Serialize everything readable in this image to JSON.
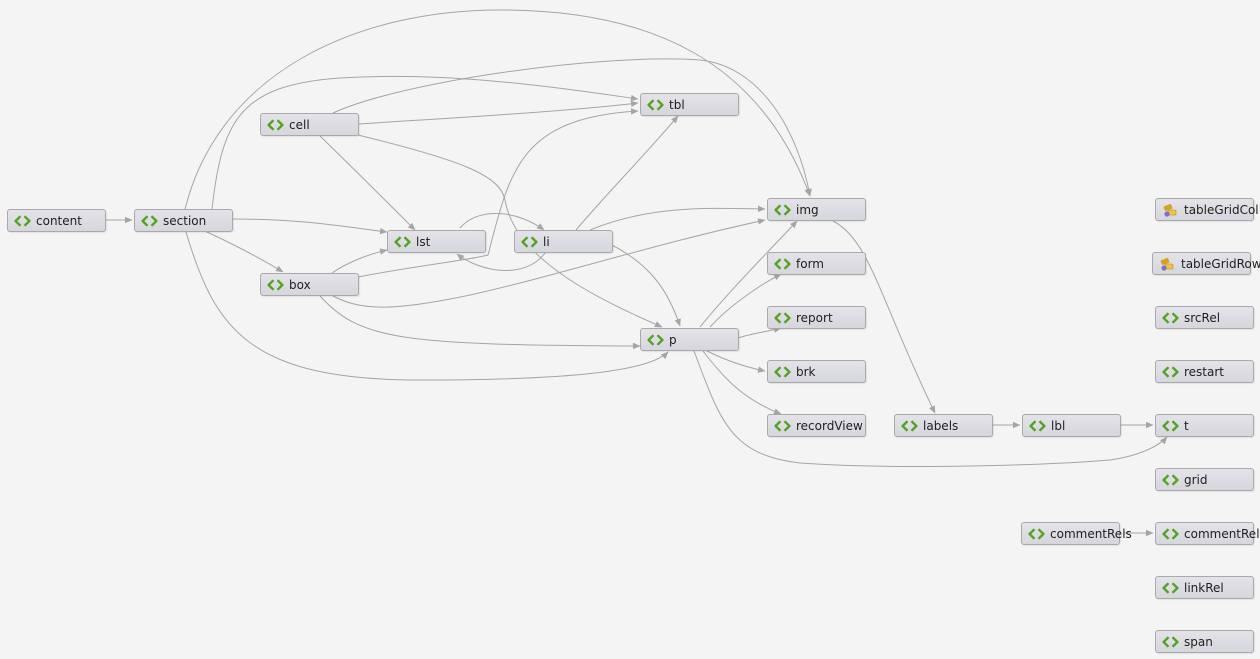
{
  "colors": {
    "background": "#f4f4f4",
    "node_fill": "#dcdce3",
    "node_border": "#a9a9a9",
    "edge": "#a5a5a5",
    "element_icon": "#53a31f",
    "type_icon": "#d9a21b"
  },
  "nodes": [
    {
      "id": "content",
      "label": "content",
      "icon": "element-icon"
    },
    {
      "id": "section",
      "label": "section",
      "icon": "element-icon"
    },
    {
      "id": "cell",
      "label": "cell",
      "icon": "element-icon"
    },
    {
      "id": "box",
      "label": "box",
      "icon": "element-icon"
    },
    {
      "id": "lst",
      "label": "lst",
      "icon": "element-icon"
    },
    {
      "id": "li",
      "label": "li",
      "icon": "element-icon"
    },
    {
      "id": "tbl",
      "label": "tbl",
      "icon": "element-icon"
    },
    {
      "id": "p",
      "label": "p",
      "icon": "element-icon"
    },
    {
      "id": "img",
      "label": "img",
      "icon": "element-icon"
    },
    {
      "id": "form",
      "label": "form",
      "icon": "element-icon"
    },
    {
      "id": "report",
      "label": "report",
      "icon": "element-icon"
    },
    {
      "id": "brk",
      "label": "brk",
      "icon": "element-icon"
    },
    {
      "id": "recordView",
      "label": "recordView",
      "icon": "element-icon"
    },
    {
      "id": "labels",
      "label": "labels",
      "icon": "element-icon"
    },
    {
      "id": "lbl",
      "label": "lbl",
      "icon": "element-icon"
    },
    {
      "id": "t",
      "label": "t",
      "icon": "element-icon"
    },
    {
      "id": "tableGridCol",
      "label": "tableGridCol",
      "icon": "type-icon"
    },
    {
      "id": "tableGridRow",
      "label": "tableGridRow",
      "icon": "type-icon"
    },
    {
      "id": "srcRel",
      "label": "srcRel",
      "icon": "element-icon"
    },
    {
      "id": "restart",
      "label": "restart",
      "icon": "element-icon"
    },
    {
      "id": "grid",
      "label": "grid",
      "icon": "element-icon"
    },
    {
      "id": "commentRels",
      "label": "commentRels",
      "icon": "element-icon"
    },
    {
      "id": "commentRel",
      "label": "commentRel",
      "icon": "element-icon"
    },
    {
      "id": "linkRel",
      "label": "linkRel",
      "icon": "element-icon"
    },
    {
      "id": "span",
      "label": "span",
      "icon": "element-icon"
    }
  ],
  "edges": [
    {
      "from": "content",
      "to": "section"
    },
    {
      "from": "section",
      "to": "lst"
    },
    {
      "from": "section",
      "to": "box"
    },
    {
      "from": "section",
      "to": "tbl"
    },
    {
      "from": "section",
      "to": "img"
    },
    {
      "from": "section",
      "to": "p"
    },
    {
      "from": "cell",
      "to": "tbl"
    },
    {
      "from": "cell",
      "to": "img"
    },
    {
      "from": "cell",
      "to": "lst"
    },
    {
      "from": "cell",
      "to": "p"
    },
    {
      "from": "box",
      "to": "lst"
    },
    {
      "from": "box",
      "to": "tbl"
    },
    {
      "from": "box",
      "to": "img"
    },
    {
      "from": "box",
      "to": "p"
    },
    {
      "from": "lst",
      "to": "li"
    },
    {
      "from": "li",
      "to": "lst"
    },
    {
      "from": "li",
      "to": "tbl"
    },
    {
      "from": "li",
      "to": "img"
    },
    {
      "from": "li",
      "to": "p"
    },
    {
      "from": "p",
      "to": "img"
    },
    {
      "from": "p",
      "to": "form"
    },
    {
      "from": "p",
      "to": "report"
    },
    {
      "from": "p",
      "to": "brk"
    },
    {
      "from": "p",
      "to": "recordView"
    },
    {
      "from": "p",
      "to": "t"
    },
    {
      "from": "img",
      "to": "labels"
    },
    {
      "from": "labels",
      "to": "lbl"
    },
    {
      "from": "lbl",
      "to": "t"
    },
    {
      "from": "commentRels",
      "to": "commentRel"
    }
  ]
}
